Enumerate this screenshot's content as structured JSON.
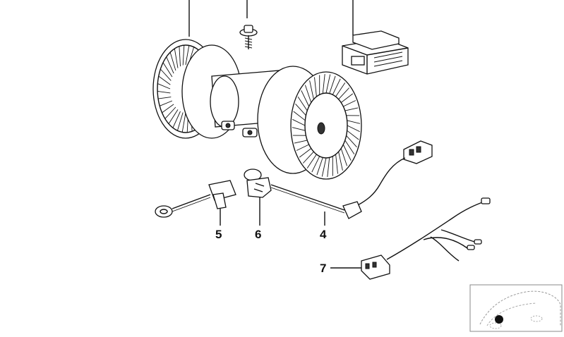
{
  "callouts": [
    {
      "id": "callout-4",
      "label": "4"
    },
    {
      "id": "callout-5",
      "label": "5"
    },
    {
      "id": "callout-6",
      "label": "6"
    },
    {
      "id": "callout-7",
      "label": "7"
    }
  ],
  "colors": {
    "line": "#111111",
    "background": "#ffffff",
    "frame": "#888888"
  },
  "icons": [
    "blower-motor-icon",
    "screw-icon",
    "resistor-connector-icon",
    "temperature-sensor-icon",
    "sensor-clip-icon",
    "grommet-icon",
    "wiring-harness-icon",
    "car-locator-icon"
  ]
}
